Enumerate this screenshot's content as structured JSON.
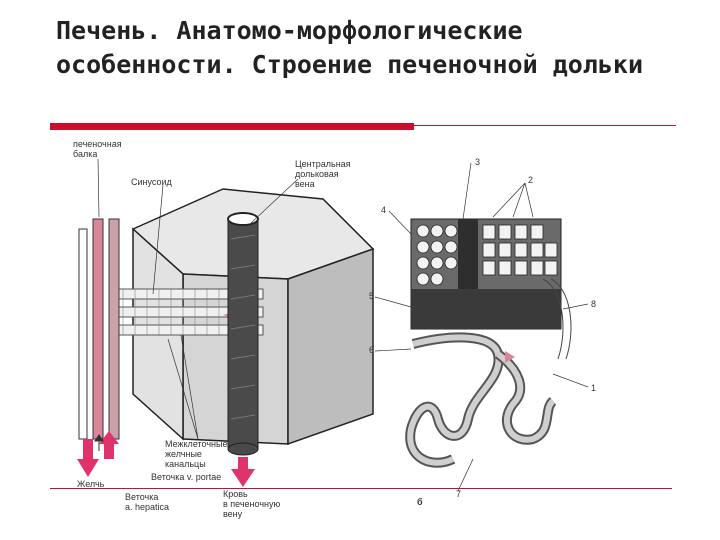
{
  "slide": {
    "title": "Печень. Анатомо-морфологические особенности. Строение печеночной дольки"
  },
  "figure_a": {
    "labels": {
      "hepatic_beam": "печеночная\nбалка",
      "sinusoid": "Синусоид",
      "central_vein": "Центральная\nдольковая\nвена",
      "bile_canaliculi": "Межклеточные\nжелчные\nканальцы",
      "portal_branch": "Веточка v. portae",
      "bile": "Желчь",
      "hepatic_artery_branch": "Веточка\na. hepatica",
      "blood_to_vein": "Кровь\nв печеночную\nвену"
    }
  },
  "figure_b": {
    "numbers": [
      "3",
      "2",
      "4",
      "5",
      "8",
      "6",
      "1",
      "7"
    ],
    "panel_letter": "б"
  },
  "colors": {
    "accent_red": "#c8102e",
    "arrow_magenta": "#e0336b",
    "artery_pink": "#d9869a"
  }
}
